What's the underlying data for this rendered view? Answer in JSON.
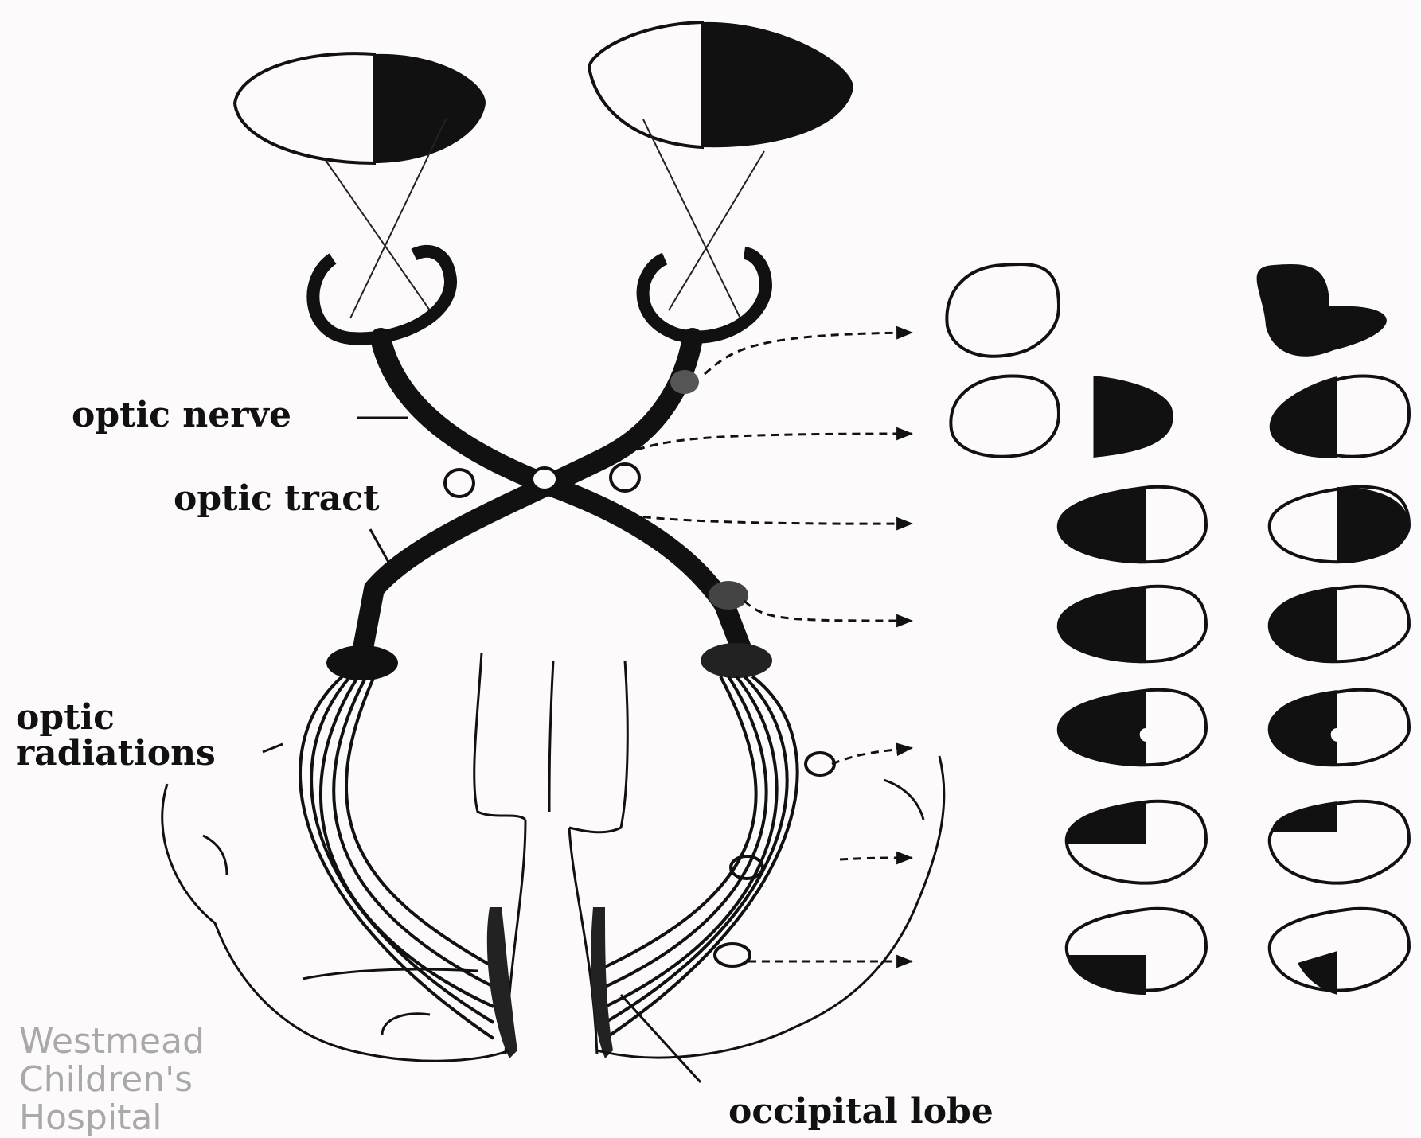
{
  "labels": {
    "optic_nerve": "optic nerve",
    "optic_tract": "optic tract",
    "optic_radiations_1": "optic",
    "optic_radiations_2": "radiations",
    "occipital_lobe": "occipital lobe"
  },
  "watermark": {
    "line1": "Westmead",
    "line2": "Children's",
    "line3": "Hospital"
  },
  "colors": {
    "background": "#fdfafc",
    "ink": "#111111",
    "watermark": "#a9a9a9"
  },
  "visual_field_defects": [
    {
      "left": "none",
      "right": "full"
    },
    {
      "left": "right-half",
      "right": "left-half"
    },
    {
      "left": "left-half",
      "right": "right-half"
    },
    {
      "left": "left-half",
      "right": "left-half"
    },
    {
      "left": "left-half-macular-sparing",
      "right": "left-half-macular-sparing"
    },
    {
      "left": "left-upper-quadrant",
      "right": "left-upper-quadrant"
    },
    {
      "left": "left-lower-quadrant",
      "right": "left-lower-quadrant-partial"
    }
  ]
}
